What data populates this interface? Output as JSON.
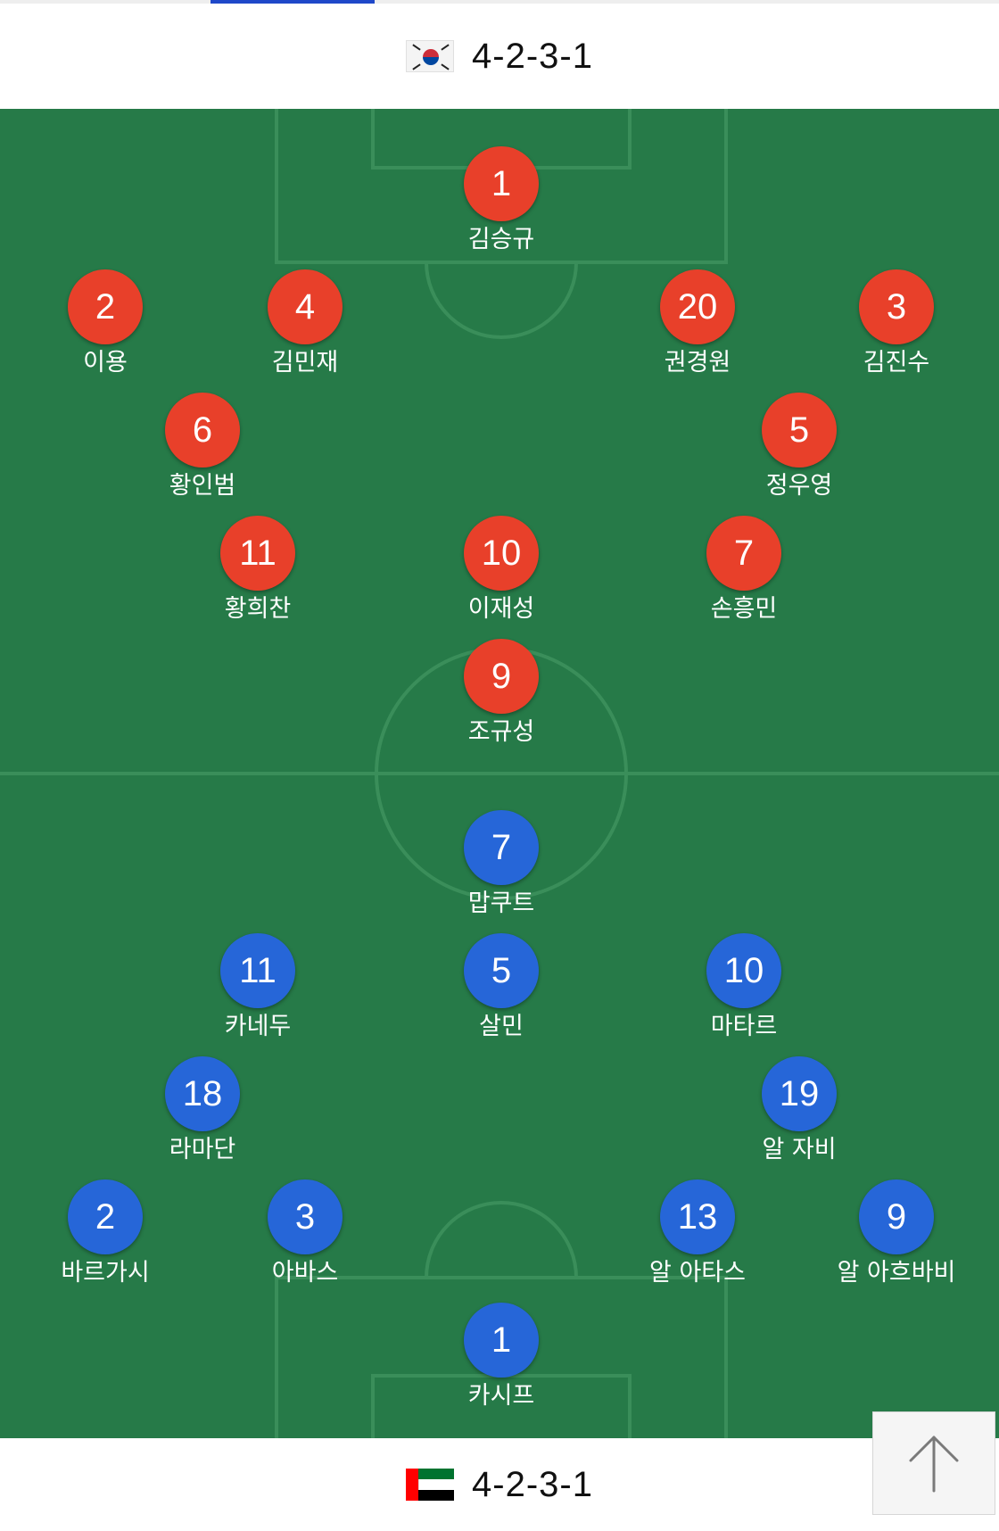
{
  "home": {
    "formation": "4-2-3-1",
    "flag": "south-korea-flag",
    "color": "#e8402a",
    "players": [
      {
        "number": "1",
        "name": "김승규"
      },
      {
        "number": "2",
        "name": "이용"
      },
      {
        "number": "4",
        "name": "김민재"
      },
      {
        "number": "20",
        "name": "권경원"
      },
      {
        "number": "3",
        "name": "김진수"
      },
      {
        "number": "6",
        "name": "황인범"
      },
      {
        "number": "5",
        "name": "정우영"
      },
      {
        "number": "11",
        "name": "황희찬"
      },
      {
        "number": "10",
        "name": "이재성"
      },
      {
        "number": "7",
        "name": "손흥민"
      },
      {
        "number": "9",
        "name": "조규성"
      }
    ]
  },
  "away": {
    "formation": "4-2-3-1",
    "flag": "uae-flag",
    "color": "#2666d8",
    "players": [
      {
        "number": "7",
        "name": "맙쿠트"
      },
      {
        "number": "11",
        "name": "카네두"
      },
      {
        "number": "5",
        "name": "살민"
      },
      {
        "number": "10",
        "name": "마타르"
      },
      {
        "number": "18",
        "name": "라마단"
      },
      {
        "number": "19",
        "name": "알 자비"
      },
      {
        "number": "2",
        "name": "바르가시"
      },
      {
        "number": "3",
        "name": "아바스"
      },
      {
        "number": "13",
        "name": "알 아타스"
      },
      {
        "number": "9",
        "name": "알 아흐바비"
      },
      {
        "number": "1",
        "name": "카시프"
      }
    ]
  },
  "colors": {
    "pitch": "#267a48",
    "tab_indicator": "#1f48c9"
  },
  "scroll_top_icon": "arrow-up-icon"
}
